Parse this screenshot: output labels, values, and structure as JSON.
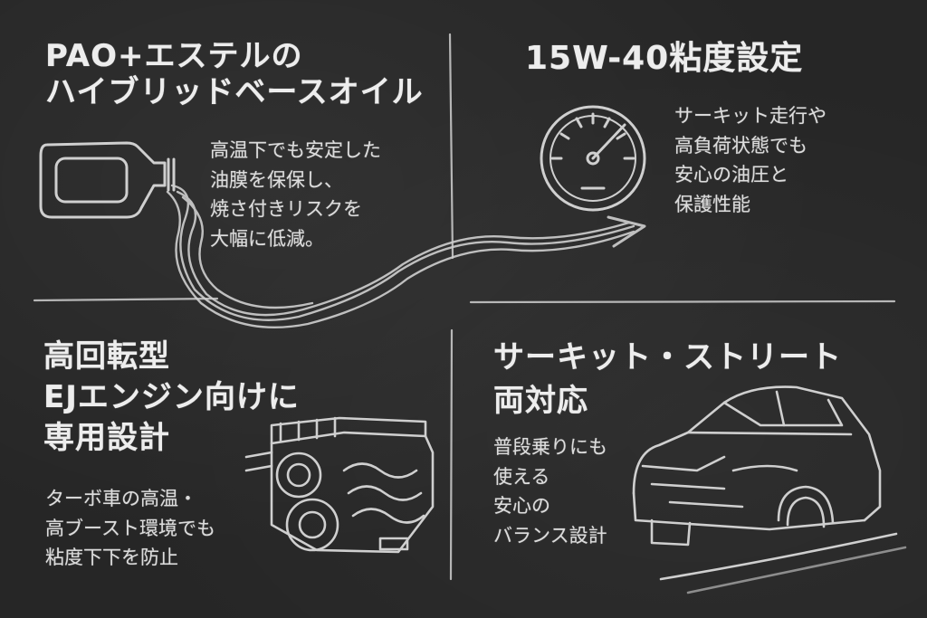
{
  "panels": {
    "oil": {
      "title_lines": [
        "PAO+エステルの",
        "ハイブリッドベースオイル"
      ],
      "body_lines": [
        "高温下でも安定した",
        "油膜を保保し、",
        "焼さ付きリスクを",
        "大幅に低減。"
      ],
      "icon": "oil-bottle-icon"
    },
    "viscosity": {
      "title": "15W-40粘度設定",
      "body_lines": [
        "サーキット走行や",
        "高負荷状態でも",
        "安心の油圧と",
        "保護性能"
      ],
      "icon": "pressure-gauge-icon"
    },
    "engine": {
      "title_lines": [
        "高回転型",
        "EJエンジン向けに",
        "専用設計"
      ],
      "body_lines": [
        "ターボ車の高温・",
        "高ブースト環境でも",
        "粘度下下を防止"
      ],
      "icon": "engine-icon"
    },
    "street": {
      "title_lines": [
        "サーキット・ストリート",
        "両対応"
      ],
      "body_lines": [
        "普段乗りにも",
        "使える",
        "安心の",
        "バランス設計"
      ],
      "icon": "car-icon"
    }
  },
  "colors": {
    "background": "#262626",
    "chalk": "#e8e8e8"
  }
}
